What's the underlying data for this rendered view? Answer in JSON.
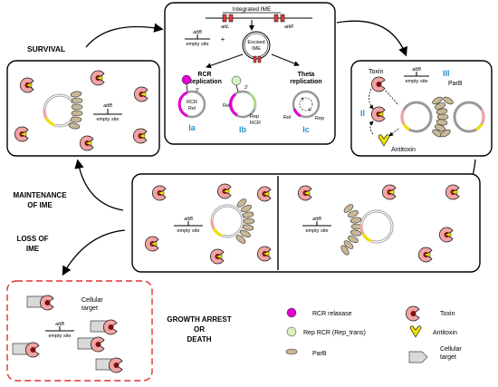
{
  "panels": {
    "survival_label": "SURVIVAL",
    "maintenance_label_line1": "MAINTENANCE",
    "maintenance_label_line2": "OF IME",
    "loss_label_line1": "LOSS OF",
    "loss_label_line2": "IME",
    "growth_label_line1": "GROWTH ARREST",
    "growth_label_line2": "OR",
    "growth_label_line3": "DEATH"
  },
  "integration": {
    "integrated_ime": "Integrated IME",
    "attL": "attL",
    "attR": "attR",
    "attB": "attB",
    "empty_site": "empty site",
    "plus": "+",
    "excised_line1": "Excised",
    "excised_line2": "IME",
    "rcr_line1": "RCR",
    "rcr_line2": "Replication",
    "theta_line1": "Theta",
    "theta_line2": "replication",
    "prime": "3'",
    "ia_label_line1": "RCR",
    "ia_label_line2": "Rel",
    "ib_rel": "Rel",
    "ib_rep_line1": "Rep",
    "ib_rep_line2": "RCR",
    "ic_rel": "Rel",
    "ic_rep": "Rep",
    "ia": "Ia",
    "ib": "Ib",
    "ic": "Ic"
  },
  "ta": {
    "toxin": "Toxin",
    "antitoxin": "Antitoxin",
    "parb": "ParB",
    "roman_ii": "II",
    "roman_iii": "III"
  },
  "target": {
    "cellular_line1": "Cellular",
    "cellular_line2": "target"
  },
  "legend": {
    "rcr_relaxase": "RCR relaxase",
    "rep_rcr": "Rep RCR (Rep_trans)",
    "parb": "ParB",
    "toxin": "Toxin",
    "antitoxin": "Antitoxin",
    "cellular_line1": "Cellular",
    "cellular_line2": "target"
  },
  "colors": {
    "toxin": "#f2a3a3",
    "antitoxin": "#f0e000",
    "parb": "#c9b795",
    "relaxase": "#e000d0",
    "rep": "#d8f0c0",
    "ime_bar": "#e83a3a",
    "dashed_border": "#e03030",
    "blue_label": "#2f8fd0"
  }
}
